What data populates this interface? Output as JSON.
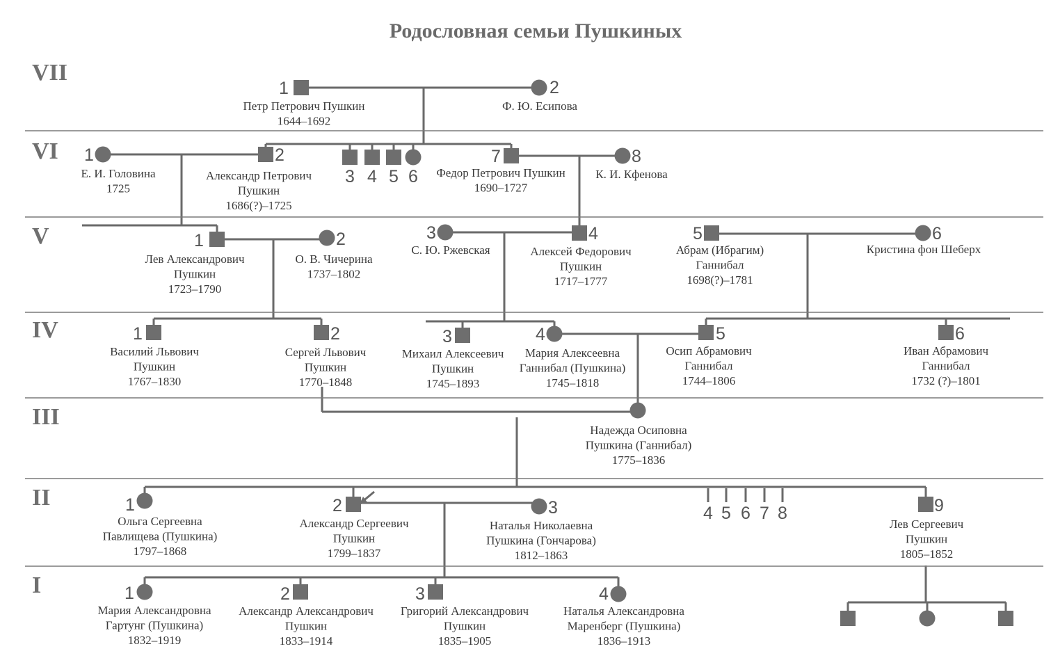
{
  "title": "Родословная семьи Пушкиных",
  "generations": [
    "VII",
    "VI",
    "V",
    "IV",
    "III",
    "II",
    "I"
  ],
  "persons": [
    {
      "num": "1",
      "lines": [
        "Петр Петрович Пушкин",
        "1644–1692"
      ]
    },
    {
      "num": "2",
      "lines": [
        "Ф. Ю. Есипова"
      ]
    },
    {
      "num": "1",
      "lines": [
        "Е. И. Головина",
        "1725"
      ]
    },
    {
      "num": "2",
      "lines": [
        "Александр Петрович",
        "Пушкин",
        "1686(?)–1725"
      ]
    },
    {
      "num": "3",
      "lines": []
    },
    {
      "num": "4",
      "lines": []
    },
    {
      "num": "5",
      "lines": []
    },
    {
      "num": "6",
      "lines": []
    },
    {
      "num": "7",
      "lines": [
        "Федор Петрович Пушкин",
        "1690–1727"
      ]
    },
    {
      "num": "8",
      "lines": [
        "К. И. Кфенова"
      ]
    },
    {
      "num": "1",
      "lines": [
        "Лев Александрович",
        "Пушкин",
        "1723–1790"
      ]
    },
    {
      "num": "2",
      "lines": [
        "О. В. Чичерина",
        "1737–1802"
      ]
    },
    {
      "num": "3",
      "lines": [
        "С. Ю. Ржевская"
      ]
    },
    {
      "num": "4",
      "lines": [
        "Алексей Федорович",
        "Пушкин",
        "1717–1777"
      ]
    },
    {
      "num": "5",
      "lines": [
        "Абрам (Ибрагим)",
        "Ганнибал",
        "1698(?)–1781"
      ]
    },
    {
      "num": "6",
      "lines": [
        "Кристина фон Шеберх"
      ]
    },
    {
      "num": "1",
      "lines": [
        "Василий Львович",
        "Пушкин",
        "1767–1830"
      ]
    },
    {
      "num": "2",
      "lines": [
        "Сергей Львович",
        "Пушкин",
        "1770–1848"
      ]
    },
    {
      "num": "3",
      "lines": [
        "Михаил Алексеевич",
        "Пушкин",
        "1745–1893"
      ]
    },
    {
      "num": "4",
      "lines": [
        "Мария Алексеевна",
        "Ганнибал (Пушкина)",
        "1745–1818"
      ]
    },
    {
      "num": "5",
      "lines": [
        "Осип Абрамович",
        "Ганнибал",
        "1744–1806"
      ]
    },
    {
      "num": "6",
      "lines": [
        "Иван Абрамович",
        "Ганнибал",
        "1732 (?)–1801"
      ]
    },
    {
      "num": "",
      "lines": [
        "Надежда Осиповна",
        "Пушкина (Ганнибал)",
        "1775–1836"
      ]
    },
    {
      "num": "1",
      "lines": [
        "Ольга Сергеевна",
        "Павлищева (Пушкина)",
        "1797–1868"
      ]
    },
    {
      "num": "2",
      "lines": [
        "Александр Сергеевич",
        "Пушкин",
        "1799–1837"
      ]
    },
    {
      "num": "3",
      "lines": [
        "Наталья Николаевна",
        "Пушкина (Гончарова)",
        "1812–1863"
      ]
    },
    {
      "num": "4",
      "lines": []
    },
    {
      "num": "5",
      "lines": []
    },
    {
      "num": "6",
      "lines": []
    },
    {
      "num": "7",
      "lines": []
    },
    {
      "num": "8",
      "lines": []
    },
    {
      "num": "9",
      "lines": [
        "Лев Сергеевич",
        "Пушкин",
        "1805–1852"
      ]
    },
    {
      "num": "1",
      "lines": [
        "Мария Александровна",
        "Гартунг (Пушкина)",
        "1832–1919"
      ]
    },
    {
      "num": "2",
      "lines": [
        "Александр Александрович",
        "Пушкин",
        "1833–1914"
      ]
    },
    {
      "num": "3",
      "lines": [
        "Григорий Александрович",
        "Пушкин",
        "1835–1905"
      ]
    },
    {
      "num": "4",
      "lines": [
        "Наталья Александровна",
        "Маренберг (Пушкина)",
        "1836–1913"
      ]
    },
    {
      "num": "",
      "lines": []
    },
    {
      "num": "",
      "lines": []
    },
    {
      "num": "",
      "lines": []
    }
  ]
}
